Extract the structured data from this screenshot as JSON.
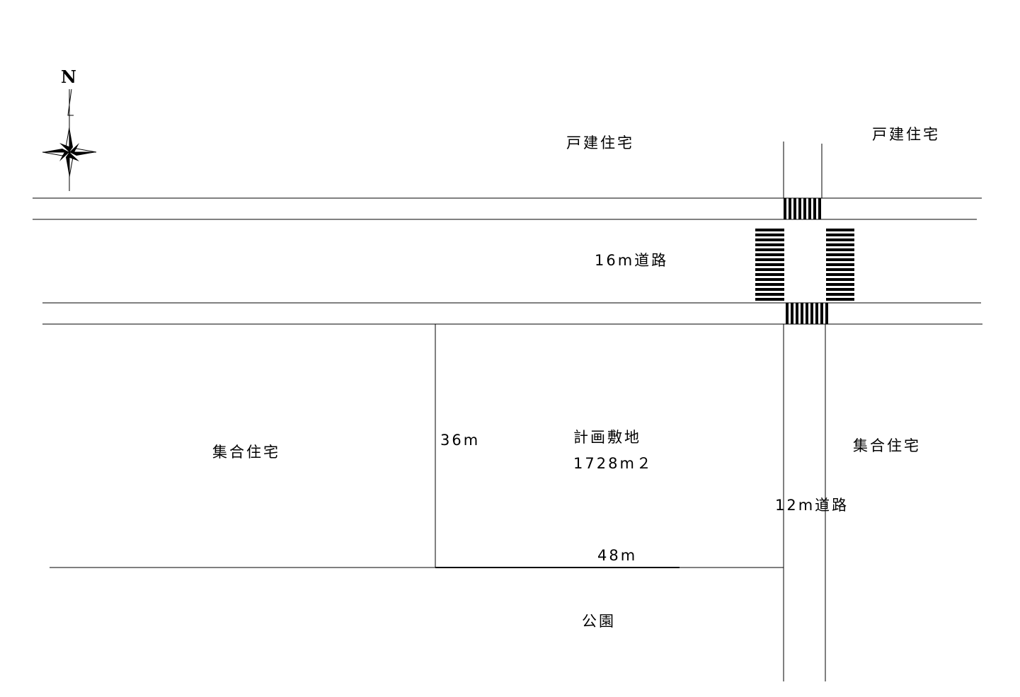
{
  "compass": {
    "north_label": "N"
  },
  "labels": {
    "north_house_center": "戸建住宅",
    "north_house_right": "戸建住宅",
    "road_16m": "16m道路",
    "apartments_west": "集合住宅",
    "apartments_east": "集合住宅",
    "site_name": "計画敷地",
    "site_area": "1728m２",
    "site_depth": "36m",
    "site_width": "48m",
    "road_12m": "12m道路",
    "park": "公園"
  },
  "colors": {
    "ink": "#000000",
    "background": "#ffffff"
  }
}
